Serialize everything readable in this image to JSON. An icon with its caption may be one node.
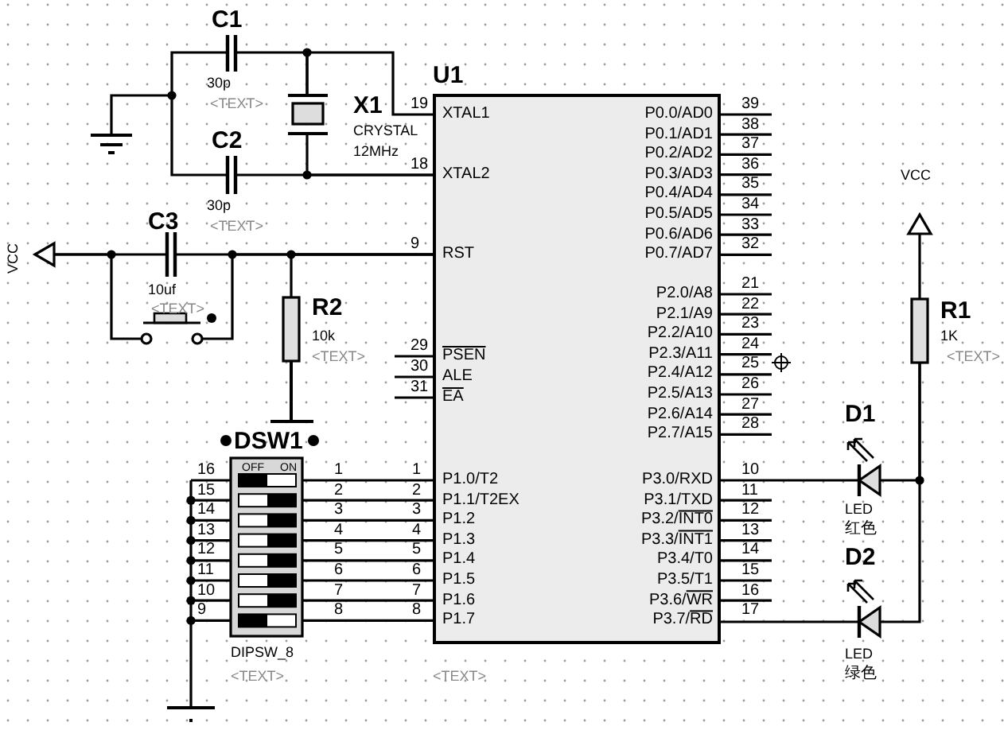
{
  "diagram": {
    "nodes": [
      {
        "text": [
          "C1",
          "30p",
          "<TEXT>"
        ]
      },
      {
        "text": [
          "C2",
          "30p",
          "<TEXT>"
        ]
      },
      {
        "text": [
          "X1",
          "CRYSTAL",
          "12MHz"
        ]
      },
      {
        "text": [
          "U1",
          "XTAL1",
          "XTAL2",
          "RST",
          "PSEN",
          "ALE",
          "EA",
          "P1.0/T2",
          "P1.1/T2EX",
          "P1.2",
          "P1.3",
          "P1.4",
          "P1.5",
          "P1.6",
          "P1.7",
          "P0.0/AD0",
          "P0.1/AD1",
          "P0.2/AD2",
          "P0.3/AD3",
          "P0.4/AD4",
          "P0.5/AD5",
          "P0.6/AD6",
          "P0.7/AD7",
          "P2.0/A8",
          "P2.1/A9",
          "P2.2/A10",
          "P2.3/A11",
          "P2.4/A12",
          "P2.5/A13",
          "P2.6/A14",
          "P2.7/A15",
          "P3.0/RXD",
          "P3.1/TXD",
          "P3.2/INT0",
          "P3.3/INT1",
          "P3.4/T0",
          "P3.5/T1",
          "P3.6/WR",
          "P3.7/RD",
          "<TEXT>"
        ],
        "beside": [
          "19",
          "18",
          "9",
          "29",
          "30",
          "31",
          "1",
          "2",
          "3",
          "4",
          "5",
          "6",
          "7",
          "8",
          "39",
          "38",
          "37",
          "36",
          "35",
          "34",
          "33",
          "32",
          "21",
          "22",
          "23",
          "24",
          "25",
          "26",
          "27",
          "28",
          "10",
          "11",
          "12",
          "13",
          "14",
          "15",
          "16",
          "17"
        ]
      },
      {
        "text": [
          "VCC"
        ]
      },
      {
        "text": [
          "C3",
          "10uf"
        ]
      },
      {
        "text": [
          "<TEXT>"
        ]
      },
      {
        "text": [
          "R2",
          "10k",
          "<TEXT>"
        ]
      },
      {
        "text": [
          "DSW1",
          "OFF",
          "ON",
          "DIPSW_8",
          "<TEXT>"
        ],
        "beside": [
          "16",
          "15",
          "14",
          "13",
          "12",
          "11",
          "10",
          "9",
          "1",
          "2",
          "3",
          "4",
          "5",
          "6",
          "7",
          "8"
        ]
      },
      {
        "text": [
          "VCC"
        ]
      },
      {
        "text": [
          "R1",
          "1K",
          "<TEXT>"
        ]
      },
      {
        "text": [
          "D1",
          "LED",
          "红色"
        ]
      },
      {
        "text": [
          "D2",
          "LED",
          "绿色"
        ]
      }
    ],
    "edges": [
      {
        "from": 0,
        "to": 2,
        "arrow": "none"
      },
      {
        "from": 2,
        "to": 3,
        "arrow": "none"
      },
      {
        "from": 1,
        "to": 3,
        "arrow": "none"
      },
      {
        "from": 2,
        "to": 3,
        "arrow": "none"
      },
      {
        "from": 0,
        "to": 1,
        "arrow": "none"
      },
      {
        "from": 4,
        "to": 5,
        "arrow": "none"
      },
      {
        "from": 5,
        "to": 3,
        "arrow": "none"
      },
      {
        "from": 4,
        "to": 6,
        "arrow": "none"
      },
      {
        "from": 6,
        "to": 3,
        "arrow": "none"
      },
      {
        "from": 7,
        "to": 3,
        "arrow": "none"
      },
      {
        "from": 8,
        "to": 3,
        "arrow": "none"
      },
      {
        "from": 8,
        "to": 3,
        "arrow": "none"
      },
      {
        "from": 8,
        "to": 3,
        "arrow": "none"
      },
      {
        "from": 8,
        "to": 3,
        "arrow": "none"
      },
      {
        "from": 8,
        "to": 3,
        "arrow": "none"
      },
      {
        "from": 8,
        "to": 3,
        "arrow": "none"
      },
      {
        "from": 8,
        "to": 3,
        "arrow": "none"
      },
      {
        "from": 8,
        "to": 3,
        "arrow": "none"
      },
      {
        "from": 3,
        "to": 11,
        "arrow": "none"
      },
      {
        "from": 3,
        "to": 12,
        "arrow": "none"
      },
      {
        "from": 10,
        "to": 11,
        "arrow": "none"
      },
      {
        "from": 10,
        "to": 12,
        "arrow": "none"
      },
      {
        "from": 9,
        "to": 10,
        "arrow": "none"
      }
    ]
  }
}
